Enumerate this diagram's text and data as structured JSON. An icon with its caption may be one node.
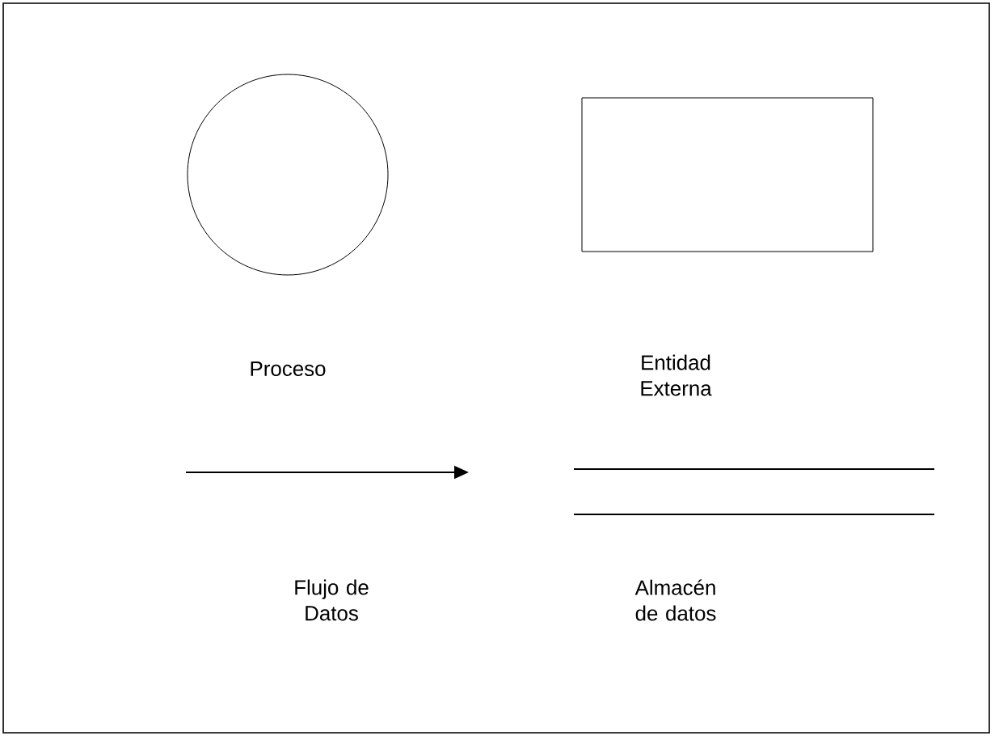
{
  "diagram": {
    "nodes": [
      {
        "text": [],
        "shape": "circle"
      },
      {
        "text": [],
        "shape": "box"
      }
    ],
    "labels": [
      "Proceso",
      "Entidad Externa",
      "Flujo de Datos",
      "Almacén de datos"
    ]
  }
}
